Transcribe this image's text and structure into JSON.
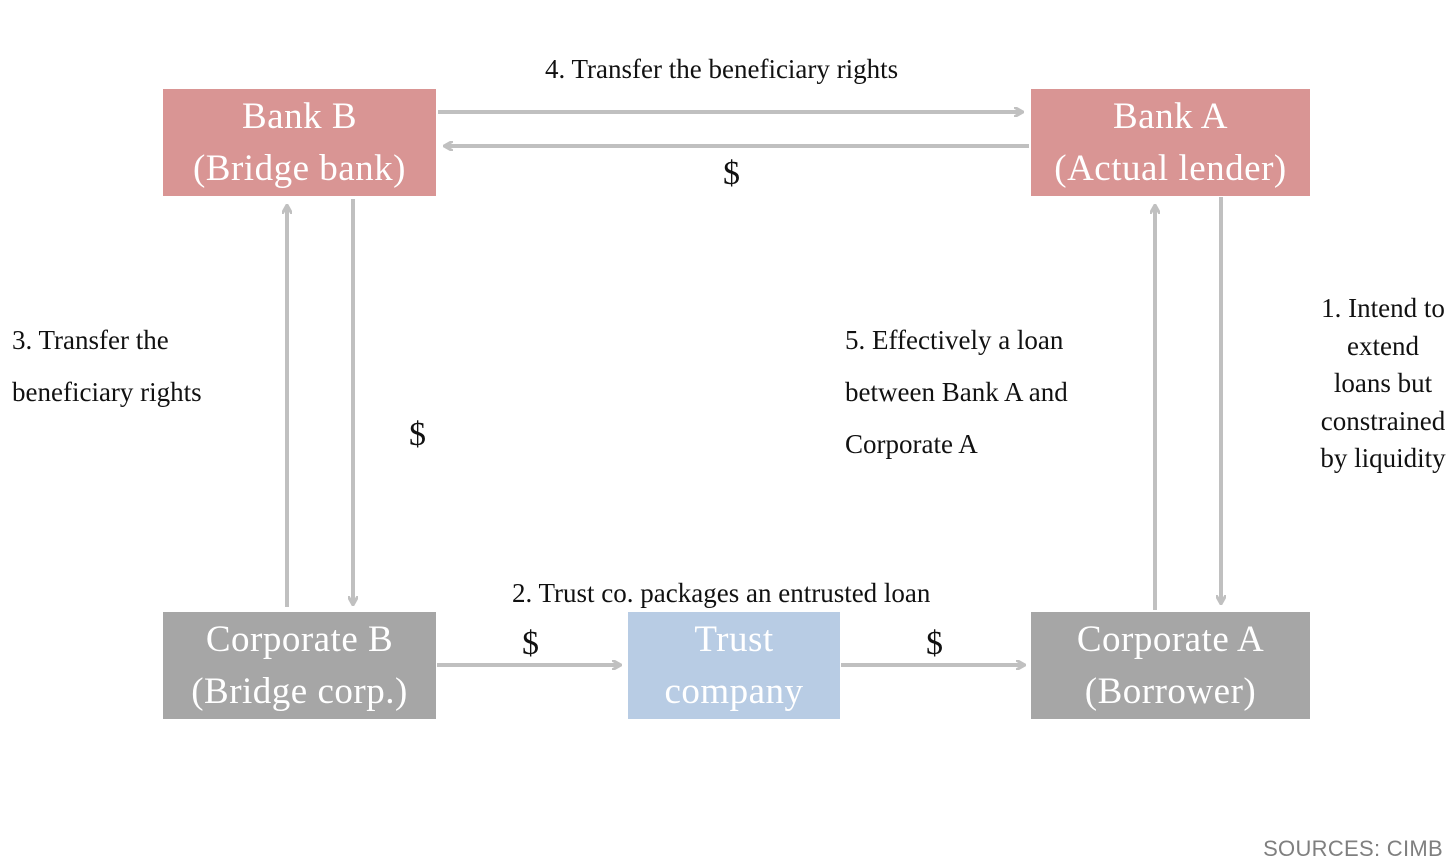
{
  "colors": {
    "bank_box": "#d99594",
    "corporate_box": "#a6a6a6",
    "trust_box": "#b8cce4",
    "arrow": "#c0c0c0",
    "box_text": "#ffffff",
    "label_text": "#111111",
    "source_text": "#7f7f7f"
  },
  "nodes": {
    "bank_b": {
      "line1": "Bank B",
      "line2": "(Bridge bank)"
    },
    "bank_a": {
      "line1": "Bank A",
      "line2": "(Actual lender)"
    },
    "corporate_b": {
      "line1": "Corporate B",
      "line2": "(Bridge corp.)"
    },
    "trust_company": {
      "line1": "Trust",
      "line2": "company"
    },
    "corporate_a": {
      "line1": "Corporate A",
      "line2": "(Borrower)"
    }
  },
  "labels": {
    "step4": "4. Transfer the beneficiary rights",
    "step3": {
      "line1": "3. Transfer the",
      "line2": "beneficiary rights"
    },
    "step5": {
      "line1": "5. Effectively a loan",
      "line2": "between Bank A and",
      "line3": "Corporate A"
    },
    "step1": {
      "line1": "1. Intend to",
      "line2": "extend",
      "line3": "loans but",
      "line4": "constrained",
      "line5": "by liquidity"
    },
    "step2": "2. Trust co. packages an entrusted loan",
    "dollar": "$"
  },
  "source": "SOURCES: CIMB"
}
